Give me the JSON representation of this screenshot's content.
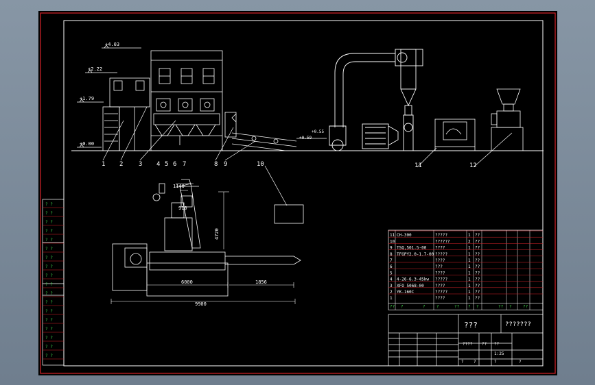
{
  "elevations": [
    "+4.03",
    "+2.22",
    "+1.79",
    "+0.00",
    "+0.55",
    "+0.59"
  ],
  "callouts": [
    "1",
    "2",
    "3",
    "4",
    "5",
    "6",
    "7",
    "8",
    "9",
    "10",
    "11",
    "12"
  ],
  "dimensions": {
    "d1140": "1140",
    "d910": "910",
    "d4720": "4720",
    "d6000": "6000",
    "d1856": "1856",
    "d9900": "9900"
  },
  "bom": [
    {
      "no": "11",
      "code": "CH-300",
      "name": "?????",
      "qty": "1",
      "note": "??"
    },
    {
      "no": "10",
      "code": "",
      "name": "??????",
      "qty": "2",
      "note": "??"
    },
    {
      "no": "9",
      "code": "TSQ,501.5-00",
      "name": "????",
      "qty": "1",
      "note": "??"
    },
    {
      "no": "8",
      "code": "TFGPY2.0-1.7-00",
      "name": "?????",
      "qty": "1",
      "note": "??"
    },
    {
      "no": "7",
      "code": "",
      "name": "????",
      "qty": "1",
      "note": "??"
    },
    {
      "no": "6",
      "code": "",
      "name": "???",
      "qty": "1",
      "note": "??"
    },
    {
      "no": "5",
      "code": "",
      "name": "????",
      "qty": "1",
      "note": "??"
    },
    {
      "no": "4",
      "code": "4-26-6.3-45kw",
      "name": "?????",
      "qty": "1",
      "note": "??"
    },
    {
      "no": "3",
      "code": "XFO 5068-00",
      "name": "????",
      "qty": "1",
      "note": "??"
    },
    {
      "no": "2",
      "code": "YK-160C",
      "name": "?????",
      "qty": "1",
      "note": "??"
    },
    {
      "no": "1",
      "code": "",
      "name": "????",
      "qty": "1",
      "note": "??"
    }
  ],
  "bom_header": [
    "??",
    "?",
    "?",
    "?",
    "??",
    "?",
    "?",
    "??",
    "?",
    "??"
  ],
  "title_block": {
    "title": "???",
    "subtitle": "???????",
    "scale": "1:25",
    "row_a": "????",
    "row_b": "??",
    "row_c": "??",
    "qmark": "?"
  },
  "colors": {
    "frame": "#d8232a",
    "line": "#ffffff",
    "table_text": "#ffffff",
    "green": "#3fd24a"
  }
}
